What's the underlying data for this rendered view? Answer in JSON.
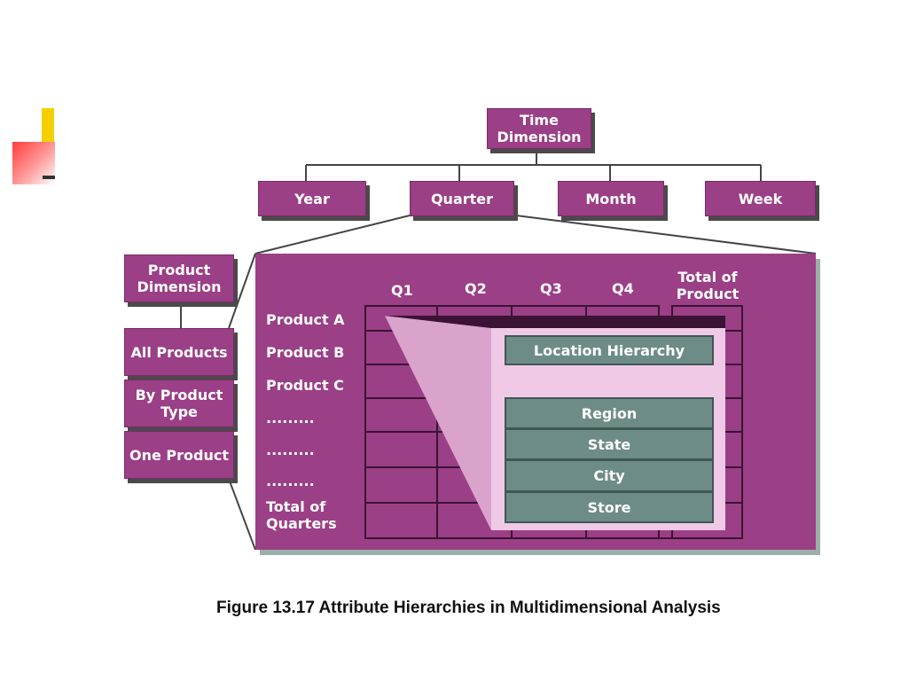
{
  "time_dimension": {
    "title": "Time Dimension",
    "levels": [
      "Year",
      "Quarter",
      "Month",
      "Week"
    ]
  },
  "product_dimension": {
    "title": "Product Dimension",
    "levels": [
      "All Products",
      "By Product Type",
      "One Product"
    ]
  },
  "cube": {
    "columns": [
      "Q1",
      "Q2",
      "Q3",
      "Q4",
      "Total of Product"
    ],
    "rows": [
      "Product A",
      "Product B",
      "Product C",
      ".........",
      ".........",
      ".........",
      "Total of Quarters"
    ]
  },
  "location_hierarchy": {
    "title": "Location Hierarchy",
    "levels": [
      "Region",
      "State",
      "City",
      "Store"
    ]
  },
  "caption": "Figure 13.17 Attribute Hierarchies in Multidimensional Analysis",
  "colors": {
    "dimension_box": "#9b3f86",
    "location_box": "#6e8c87",
    "accent_yellow": "#f5d000",
    "accent_red": "#ff4a4a"
  }
}
